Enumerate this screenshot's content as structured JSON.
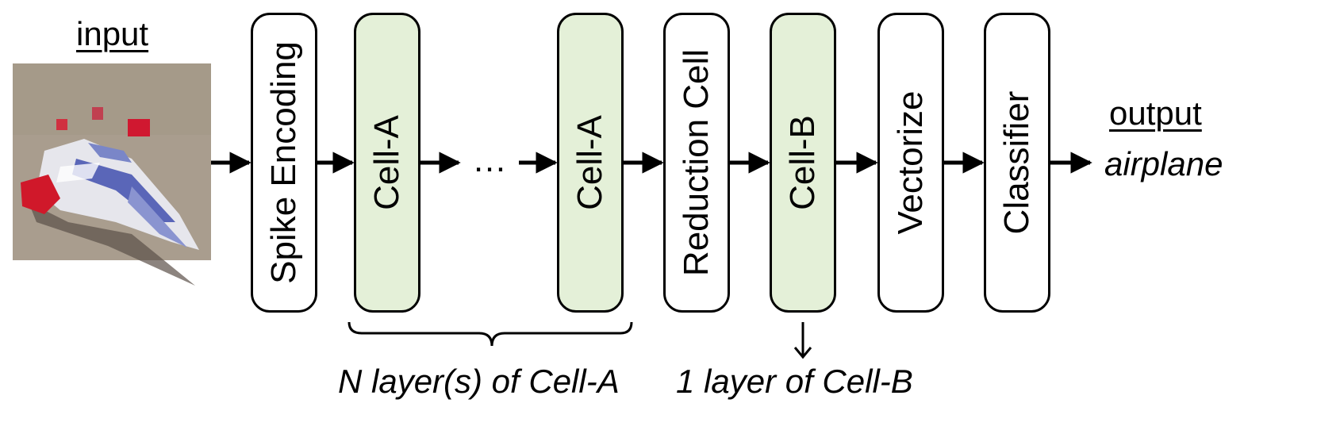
{
  "input_label": "input",
  "output_label": "output",
  "output_class": "airplane",
  "ellipsis": "…",
  "blocks": {
    "spike_encoding": "Spike Encoding",
    "cell_a_first": "Cell-A",
    "cell_a_last": "Cell-A",
    "reduction_cell": "Reduction Cell",
    "cell_b": "Cell-B",
    "vectorize": "Vectorize",
    "classifier": "Classifier"
  },
  "annotations": {
    "cell_a_group": "N layer(s) of Cell-A",
    "cell_b_group": "1 layer of Cell-B"
  },
  "colors": {
    "cell_fill": "#e4f0d8",
    "block_fill": "#ffffff",
    "stroke": "#000000",
    "image_background": "#a89c8c"
  }
}
